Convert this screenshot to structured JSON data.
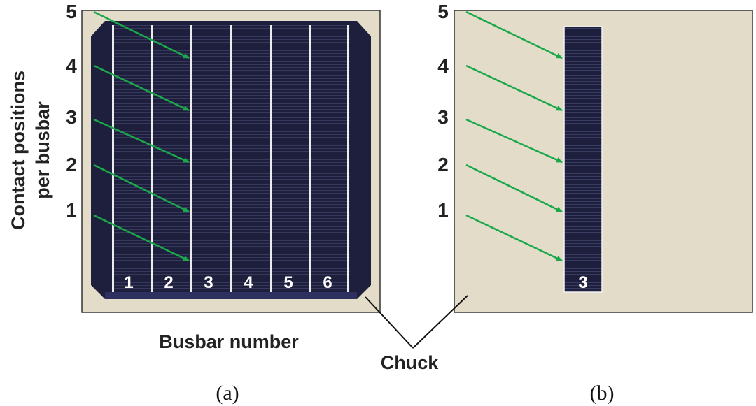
{
  "panel_a": {
    "caption": "(a)",
    "y_title_line1": "Contact positions",
    "y_title_line2": "per busbar",
    "x_title": "Busbar number",
    "position_labels": [
      "5",
      "4",
      "3",
      "2",
      "1"
    ],
    "busbar_labels": [
      "1",
      "2",
      "3",
      "4",
      "5",
      "6"
    ]
  },
  "panel_b": {
    "caption": "(b)",
    "position_labels": [
      "5",
      "4",
      "3",
      "2",
      "1"
    ],
    "strip_label": "3"
  },
  "chuck_label": "Chuck",
  "colors": {
    "chuck": "#e3dcc9",
    "cell": "#1d1f3c",
    "busbar": "#ececec",
    "arrow": "#1aa84a",
    "border": "#333333"
  }
}
